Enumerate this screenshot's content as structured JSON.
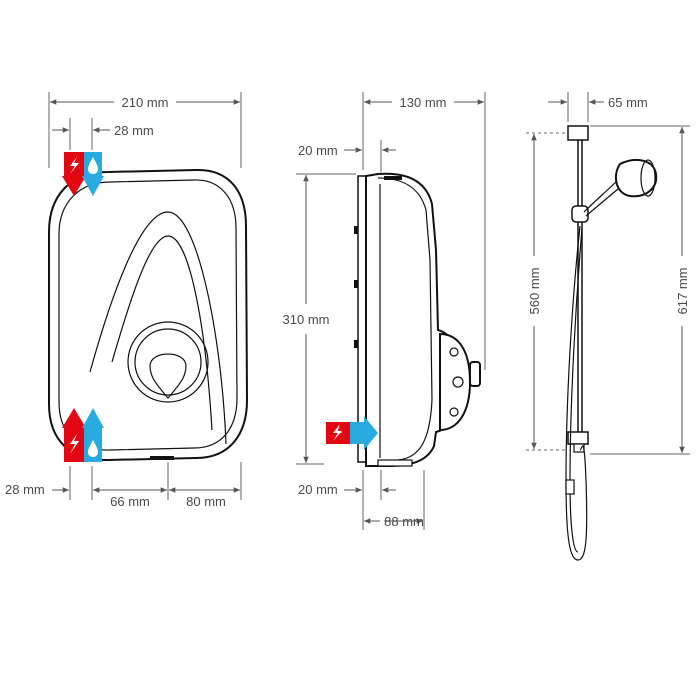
{
  "colors": {
    "electric": "#e30613",
    "water": "#29abe2",
    "outline": "#111111",
    "dimension": "#555555"
  },
  "icons": [
    "electric-bolt-icon",
    "water-drop-icon",
    "arrow-down-icon",
    "arrow-up-icon",
    "arrow-right-icon"
  ],
  "front": {
    "width": "210 mm",
    "inlet_offset_top": "28 mm",
    "inlet_offset_bottom": "28 mm",
    "bottom_span_1": "66 mm",
    "bottom_span_2": "80 mm"
  },
  "side": {
    "depth": "130 mm",
    "top_offset": "20 mm",
    "height": "310 mm",
    "bottom_offset": "20 mm",
    "inlet_depth": "88 mm"
  },
  "riser": {
    "offset": "65 mm",
    "rail_length": "560 mm",
    "total_height": "617 mm"
  }
}
